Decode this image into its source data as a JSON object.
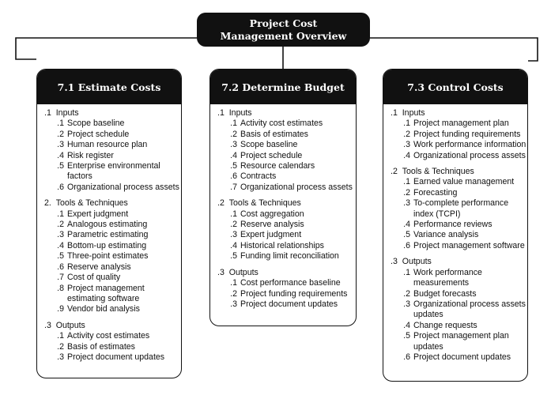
{
  "title": {
    "line1": "Project Cost",
    "line2": "Management Overview"
  },
  "boxes": [
    {
      "header": "7.1 Estimate Costs",
      "sections": [
        {
          "number": ".1",
          "title": "Inputs",
          "items": [
            {
              "number": ".1",
              "text": "Scope baseline"
            },
            {
              "number": ".2",
              "text": "Project schedule"
            },
            {
              "number": ".3",
              "text": "Human resource plan"
            },
            {
              "number": ".4",
              "text": "Risk register"
            },
            {
              "number": ".5",
              "text": "Enterprise environmental factors"
            },
            {
              "number": ".6",
              "text": "Organizational process assets"
            }
          ]
        },
        {
          "number": "2.",
          "title": "Tools & Techniques",
          "items": [
            {
              "number": ".1",
              "text": "Expert judgment"
            },
            {
              "number": ".2",
              "text": "Analogous estimating"
            },
            {
              "number": ".3",
              "text": "Parametric estimating"
            },
            {
              "number": ".4",
              "text": "Bottom-up estimating"
            },
            {
              "number": ".5",
              "text": "Three-point estimates"
            },
            {
              "number": ".6",
              "text": "Reserve analysis"
            },
            {
              "number": ".7",
              "text": "Cost of quality"
            },
            {
              "number": ".8",
              "text": "Project management estimating software"
            },
            {
              "number": ".9",
              "text": "Vendor bid analysis"
            }
          ]
        },
        {
          "number": ".3",
          "title": "Outputs",
          "items": [
            {
              "number": ".1",
              "text": "Activity cost estimates"
            },
            {
              "number": ".2",
              "text": "Basis of estimates"
            },
            {
              "number": ".3",
              "text": "Project document updates"
            }
          ]
        }
      ]
    },
    {
      "header": "7.2 Determine Budget",
      "sections": [
        {
          "number": ".1",
          "title": "Inputs",
          "items": [
            {
              "number": ".1",
              "text": "Activity cost estimates"
            },
            {
              "number": ".2",
              "text": "Basis of estimates"
            },
            {
              "number": ".3",
              "text": "Scope baseline"
            },
            {
              "number": ".4",
              "text": "Project schedule"
            },
            {
              "number": ".5",
              "text": "Resource calendars"
            },
            {
              "number": ".6",
              "text": "Contracts"
            },
            {
              "number": ".7",
              "text": "Organizational process assets"
            }
          ]
        },
        {
          "number": ".2",
          "title": "Tools & Techniques",
          "items": [
            {
              "number": ".1",
              "text": "Cost aggregation"
            },
            {
              "number": ".2",
              "text": "Reserve analysis"
            },
            {
              "number": ".3",
              "text": "Expert judgment"
            },
            {
              "number": ".4",
              "text": "Historical relationships"
            },
            {
              "number": ".5",
              "text": "Funding limit reconciliation"
            }
          ]
        },
        {
          "number": ".3",
          "title": "Outputs",
          "items": [
            {
              "number": ".1",
              "text": "Cost performance baseline"
            },
            {
              "number": ".2",
              "text": "Project funding requirements"
            },
            {
              "number": ".3",
              "text": "Project document updates"
            }
          ]
        }
      ]
    },
    {
      "header": "7.3 Control Costs",
      "sections": [
        {
          "number": ".1",
          "title": "Inputs",
          "items": [
            {
              "number": ".1",
              "text": "Project management plan"
            },
            {
              "number": ".2",
              "text": "Project funding requirements"
            },
            {
              "number": ".3",
              "text": "Work performance information"
            },
            {
              "number": ".4",
              "text": "Organizational process assets"
            }
          ]
        },
        {
          "number": ".2",
          "title": "Tools & Techniques",
          "items": [
            {
              "number": ".1",
              "text": "Earned value management"
            },
            {
              "number": ".2",
              "text": "Forecasting"
            },
            {
              "number": ".3",
              "text": "To-complete performance index (TCPI)"
            },
            {
              "number": ".4",
              "text": "Performance reviews"
            },
            {
              "number": ".5",
              "text": "Variance analysis"
            },
            {
              "number": ".6",
              "text": "Project management software"
            }
          ]
        },
        {
          "number": ".3",
          "title": "Outputs",
          "items": [
            {
              "number": ".1",
              "text": "Work performance measurements"
            },
            {
              "number": ".2",
              "text": "Budget forecasts"
            },
            {
              "number": ".3",
              "text": "Organizational process assets updates"
            },
            {
              "number": ".4",
              "text": "Change requests"
            },
            {
              "number": ".5",
              "text": "Project management plan updates"
            },
            {
              "number": ".6",
              "text": "Project document updates"
            }
          ]
        }
      ]
    }
  ]
}
